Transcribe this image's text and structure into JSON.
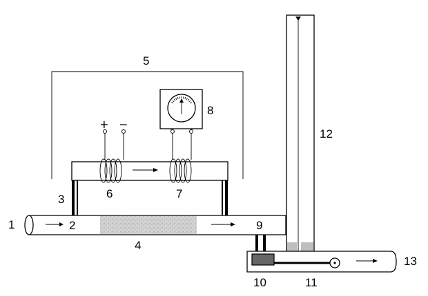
{
  "labels": {
    "l1": "1",
    "l2": "2",
    "l3": "3",
    "l4": "4",
    "l5": "5",
    "l6": "6",
    "l7": "7",
    "l8": "8",
    "l9": "9",
    "l10": "10",
    "l11": "11",
    "l12": "12",
    "l13": "13"
  },
  "signs": {
    "plus": "+",
    "minus": "−"
  }
}
